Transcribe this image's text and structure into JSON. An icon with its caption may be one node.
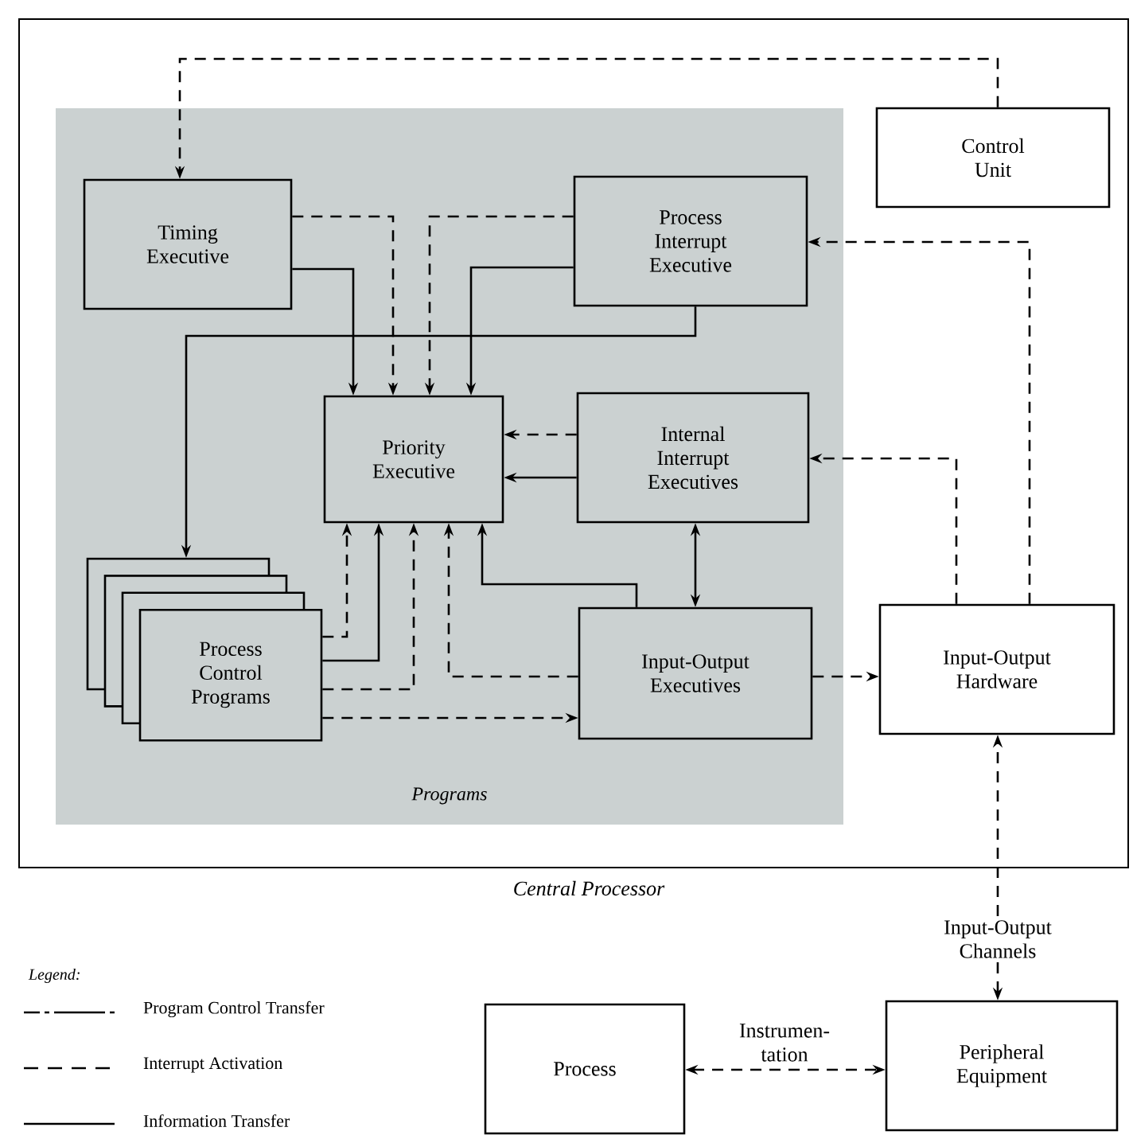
{
  "diagram": {
    "nodes": [
      {
        "text": [
          "Central Processor"
        ]
      },
      {
        "text": [
          "Programs"
        ],
        "in": 0
      },
      {
        "text": [
          "Timing Executive"
        ],
        "in": 1
      },
      {
        "text": [
          "Process Interrupt Executive"
        ],
        "in": 1
      },
      {
        "text": [
          "Control Unit"
        ],
        "in": 0
      },
      {
        "text": [
          "Priority Executive"
        ],
        "in": 1
      },
      {
        "text": [
          "Internal Interrupt Executives"
        ],
        "in": 1
      },
      {
        "text": [
          "Process Control Programs"
        ],
        "in": 1
      },
      {
        "text": [
          "Input-Output Executives"
        ],
        "in": 1
      },
      {
        "text": [
          "Input-Output Hardware"
        ],
        "in": 0
      },
      {
        "text": [
          "Process"
        ]
      },
      {
        "text": [
          "Peripheral Equipment"
        ]
      }
    ],
    "edges": [
      {
        "from": 4,
        "to": 2,
        "arrow": "to",
        "style": "dashed"
      },
      {
        "from": 2,
        "to": 5,
        "arrow": "to"
      },
      {
        "from": 2,
        "to": 5,
        "arrow": "to",
        "style": "dashed"
      },
      {
        "from": 3,
        "to": 5,
        "arrow": "to",
        "style": "dashed"
      },
      {
        "from": 3,
        "to": 5,
        "arrow": "to"
      },
      {
        "from": 3,
        "to": 7,
        "arrow": "to"
      },
      {
        "from": 9,
        "to": 3,
        "arrow": "to",
        "style": "dashed"
      },
      {
        "from": 6,
        "to": 5,
        "arrow": "to",
        "style": "dashed"
      },
      {
        "from": 6,
        "to": 5,
        "arrow": "to"
      },
      {
        "from": 9,
        "to": 6,
        "arrow": "to",
        "style": "dashed"
      },
      {
        "from": 6,
        "to": 8,
        "arrow": "both"
      },
      {
        "from": 7,
        "to": 5,
        "arrow": "to",
        "style": "dashed"
      },
      {
        "from": 7,
        "to": 5,
        "arrow": "to"
      },
      {
        "from": 7,
        "to": 5,
        "arrow": "to",
        "style": "dashed"
      },
      {
        "from": 8,
        "to": 5,
        "arrow": "to",
        "style": "dashed"
      },
      {
        "from": 8,
        "to": 5,
        "arrow": "to"
      },
      {
        "from": 7,
        "to": 8,
        "arrow": "to",
        "style": "dashed"
      },
      {
        "from": 8,
        "to": 9,
        "arrow": "to",
        "style": "dashed"
      },
      {
        "from": 11,
        "to": 9,
        "arrow": "both",
        "style": "dashed",
        "label": "Input-Output Channels"
      },
      {
        "from": 10,
        "to": 11,
        "arrow": "both",
        "style": "dashed",
        "label": "Instrumen- tation"
      }
    ],
    "labels": [
      "Legend:"
    ],
    "legend": [
      {
        "text": "Program Control Transfer"
      },
      {
        "text": "Interrupt Activation"
      },
      {
        "text": "Information Transfer"
      }
    ]
  }
}
